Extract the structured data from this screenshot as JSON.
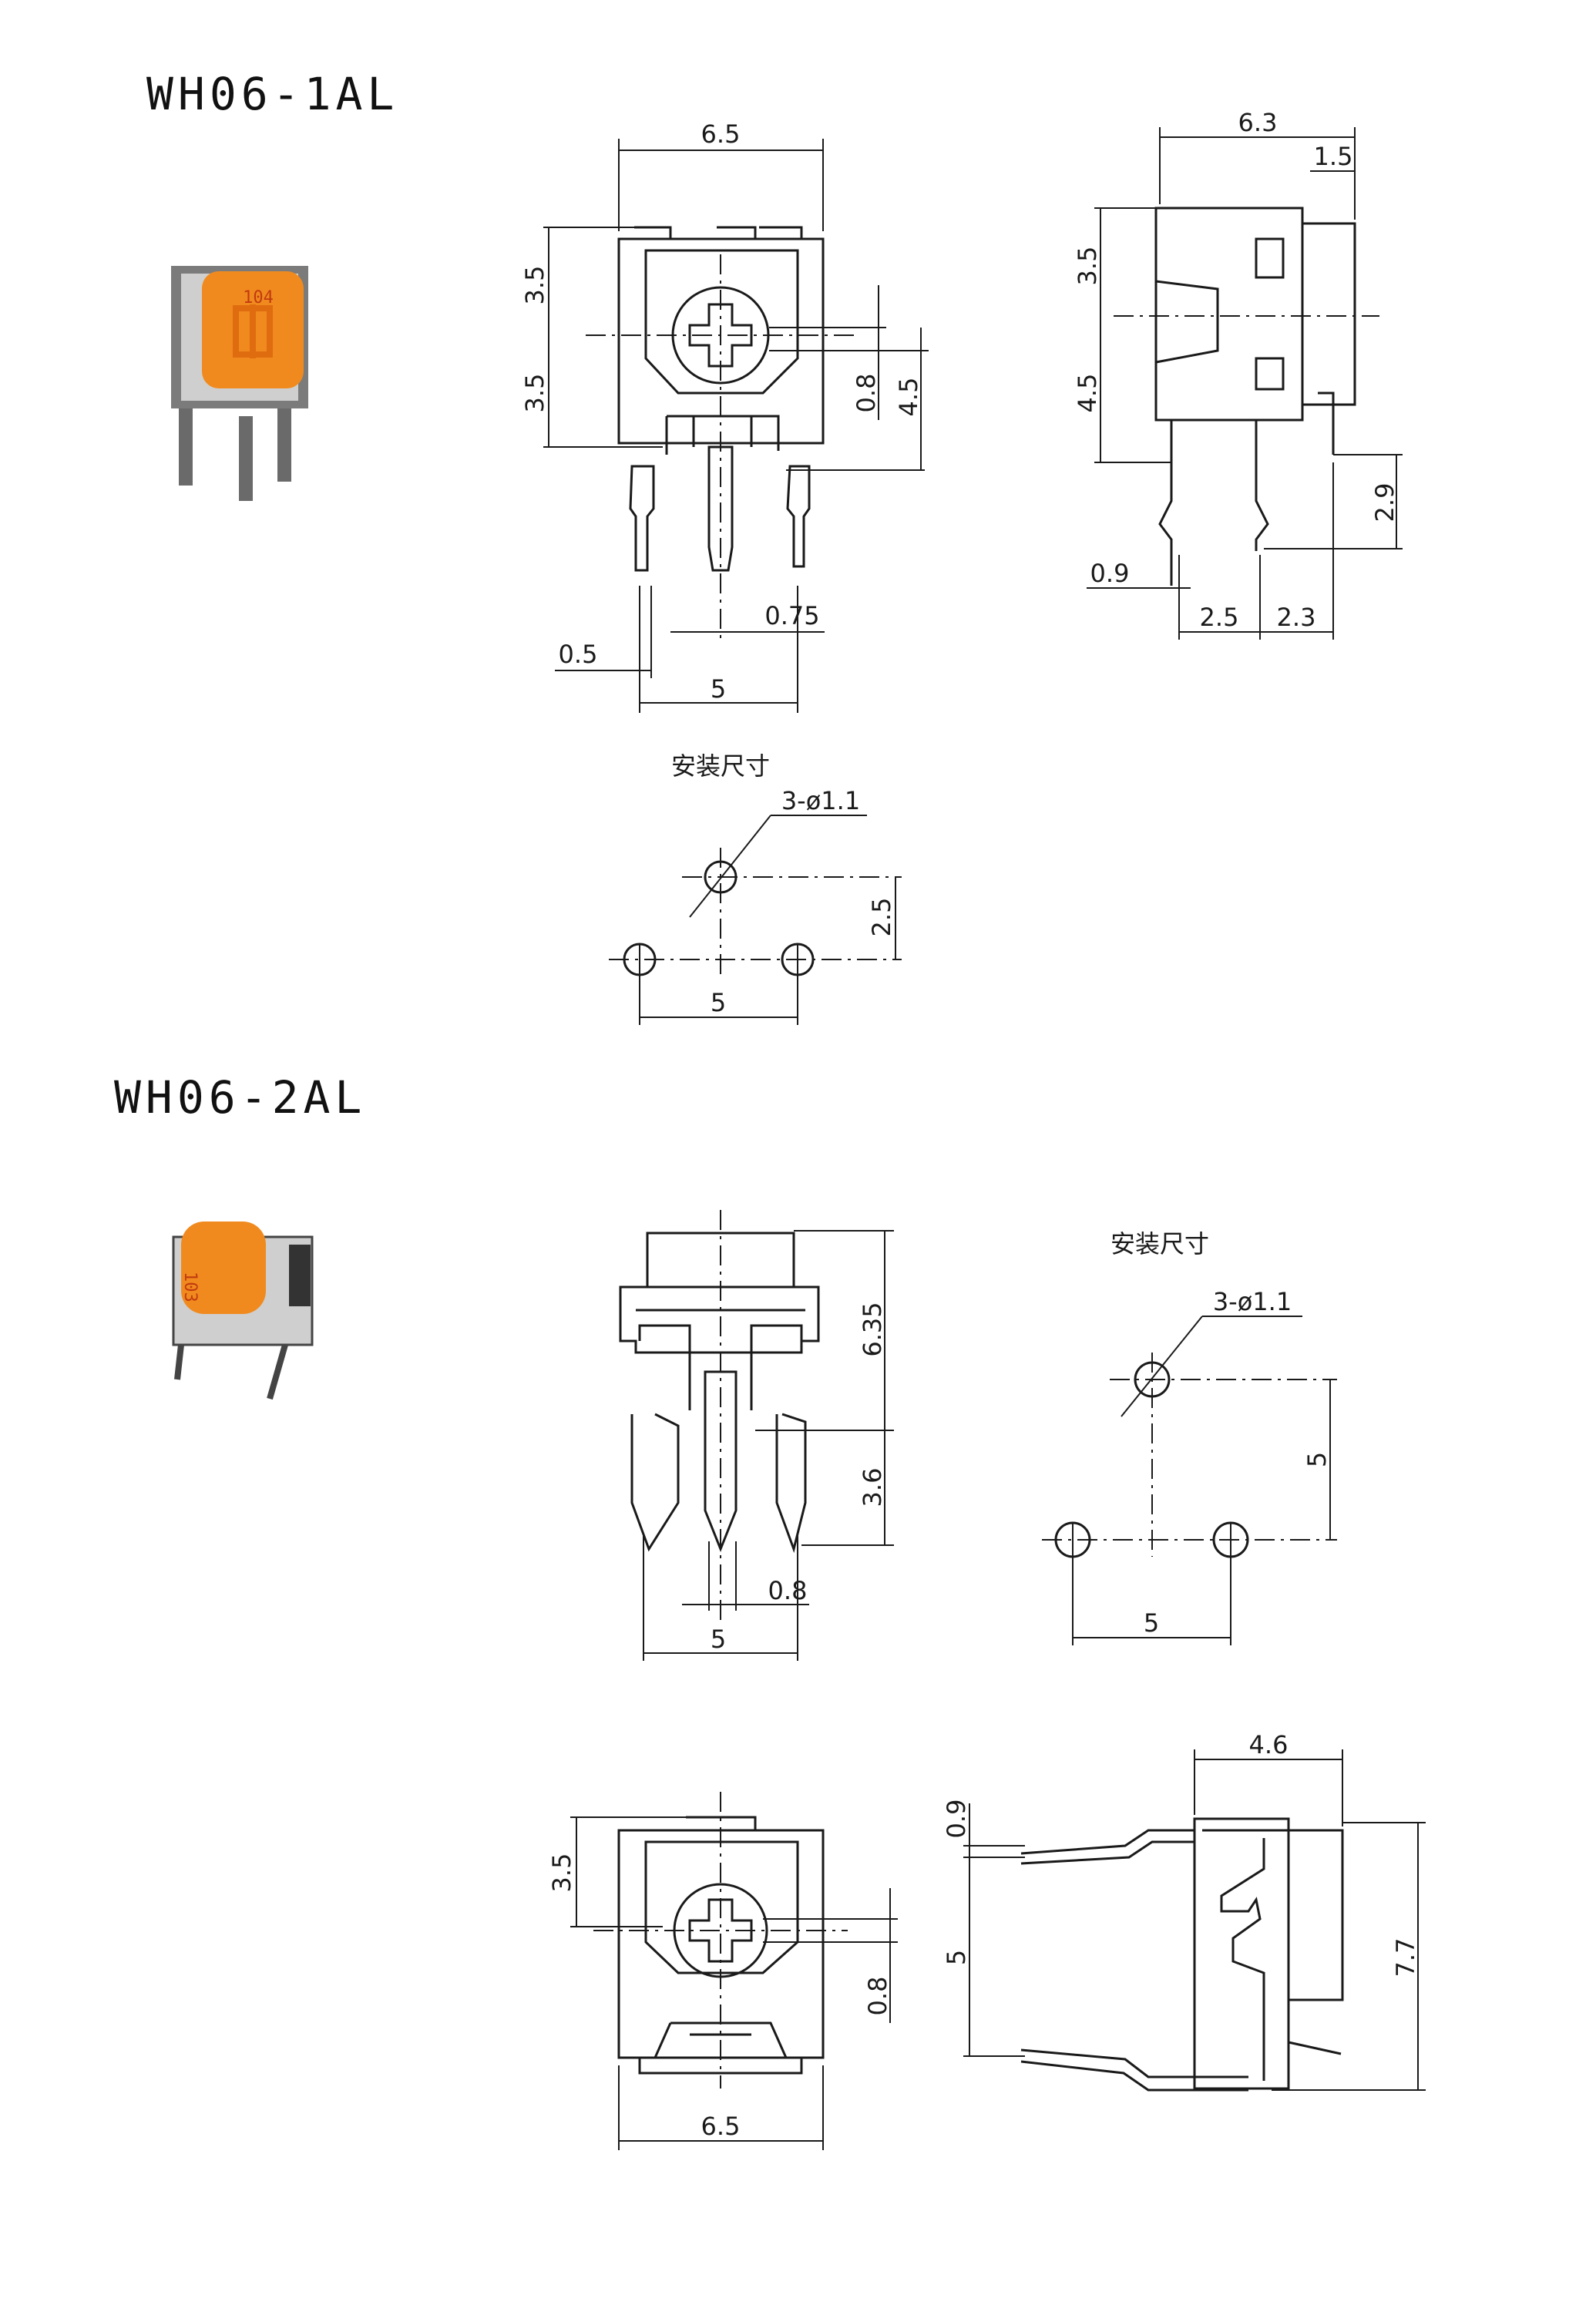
{
  "sections": [
    {
      "model": "WH06-1AL"
    },
    {
      "model": "WH06-2AL"
    }
  ],
  "photo_codes": {
    "a": "104",
    "b": "103"
  },
  "mount_label": "安装尺寸",
  "hole_spec": "3-ø1.1",
  "dims_1al": {
    "front": {
      "width": "6.5",
      "upper": "3.5",
      "lower": "3.5",
      "shaft_off": "0.8",
      "height": "4.5",
      "pin_w": "0.75",
      "pin_t": "0.5",
      "pitch": "5"
    },
    "side": {
      "depth": "6.3",
      "knob": "1.5",
      "upper": "3.5",
      "lower": "4.5",
      "pin_len": "2.9",
      "pin_t": "0.9",
      "p1": "2.5",
      "p2": "2.3"
    },
    "mount": {
      "row": "2.5",
      "pitch": "5"
    }
  },
  "dims_2al": {
    "front": {
      "body": "6.35",
      "pins": "3.6",
      "pin_w": "0.8",
      "pitch": "5"
    },
    "mount": {
      "row": "5",
      "pitch": "5"
    },
    "top": {
      "upper": "3.5",
      "shaft_off": "0.8",
      "width": "6.5"
    },
    "side": {
      "depth": "4.6",
      "top": "0.9",
      "mid": "5",
      "height": "7.7"
    }
  },
  "colors": {
    "knob": "#f08a1e",
    "body": "#d9d9d9",
    "ink": "#1a1a1a"
  }
}
